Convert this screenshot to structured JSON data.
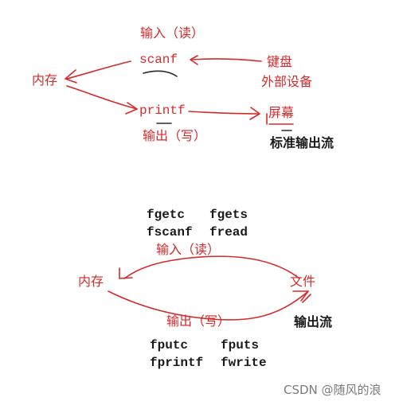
{
  "top": {
    "input_label": "输入（读）",
    "scanf": "scanf",
    "keyboard": "键盘",
    "external_device": "外部设备",
    "memory": "内存",
    "printf": "printf",
    "screen": "屏幕",
    "output_label": "输出（写）",
    "std_output_stream": "标准输出流"
  },
  "bottom": {
    "read_funcs_row1": [
      "fgetc",
      "fgets"
    ],
    "read_funcs_row2": [
      "fscanf",
      "fread"
    ],
    "input_label": "输入（读）",
    "memory": "内存",
    "file": "文件",
    "output_label": "输出（写）",
    "output_stream": "输出流",
    "write_funcs_row1": [
      "fputc",
      "fputs"
    ],
    "write_funcs_row2": [
      "fprintf",
      "fwrite"
    ]
  },
  "watermark": "CSDN @随风的浪",
  "colors": {
    "ink_red": "#d62a2a",
    "ink_black": "#1a1a1a",
    "ink_dark": "#2a2a2a"
  }
}
